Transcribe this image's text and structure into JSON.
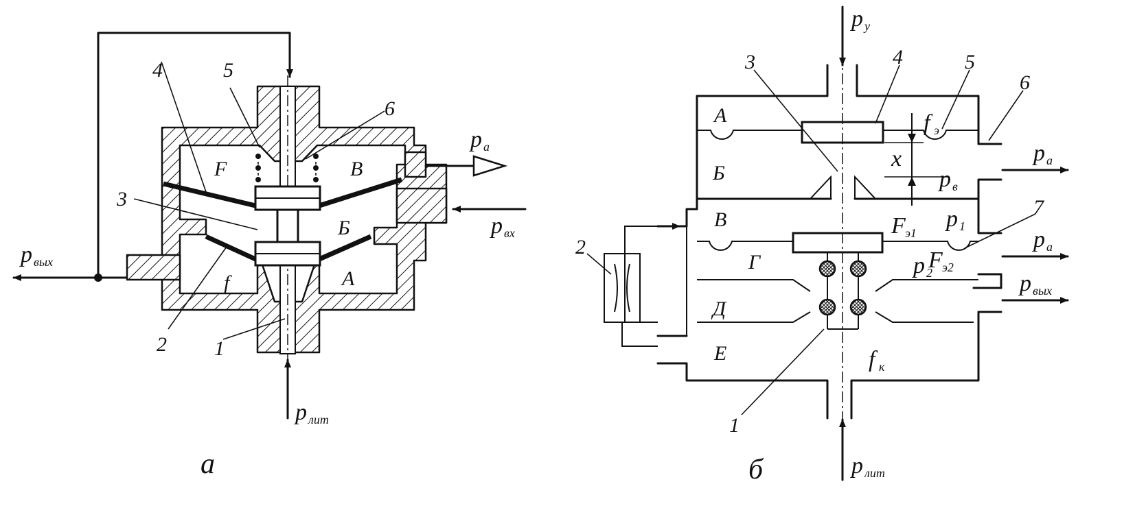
{
  "figure_a": {
    "caption": "а",
    "part_numbers": [
      "1",
      "2",
      "3",
      "4",
      "5",
      "6"
    ],
    "chambers": {
      "F": "F",
      "B": "В",
      "Bsoft": "Б",
      "A": "А",
      "f": "f"
    },
    "ports": {
      "p_out": {
        "main": "p",
        "sub": "вых"
      },
      "p_in": {
        "main": "p",
        "sub": "вх"
      },
      "p_supply": {
        "main": "p",
        "sub": "лит"
      },
      "p_atm": {
        "main": "p",
        "sub": "a"
      }
    }
  },
  "figure_b": {
    "caption": "б",
    "part_numbers": [
      "1",
      "2",
      "3",
      "4",
      "5",
      "6",
      "7"
    ],
    "chambers": {
      "A": "А",
      "Bsoft": "Б",
      "V": "В",
      "G": "Г",
      "D": "Д",
      "E": "Е"
    },
    "ports": {
      "p_control": {
        "main": "p",
        "sub": "у"
      },
      "p_supply": {
        "main": "p",
        "sub": "лит"
      },
      "p_atm_top": {
        "main": "p",
        "sub": "a"
      },
      "p_atm_mid": {
        "main": "p",
        "sub": "a"
      },
      "p_out": {
        "main": "p",
        "sub": "вых"
      },
      "p_v": {
        "main": "p",
        "sub": "в"
      },
      "p1": {
        "main": "p",
        "sub": "1"
      },
      "p2": {
        "main": "p",
        "sub": "2"
      }
    },
    "symbols": {
      "f_e": {
        "main": "f",
        "sub": "э"
      },
      "F_e1": {
        "main": "F",
        "sub": "э1"
      },
      "F_e2": {
        "main": "F",
        "sub": "э2"
      },
      "f_k": {
        "main": "f",
        "sub": "к"
      },
      "x": "x"
    }
  }
}
